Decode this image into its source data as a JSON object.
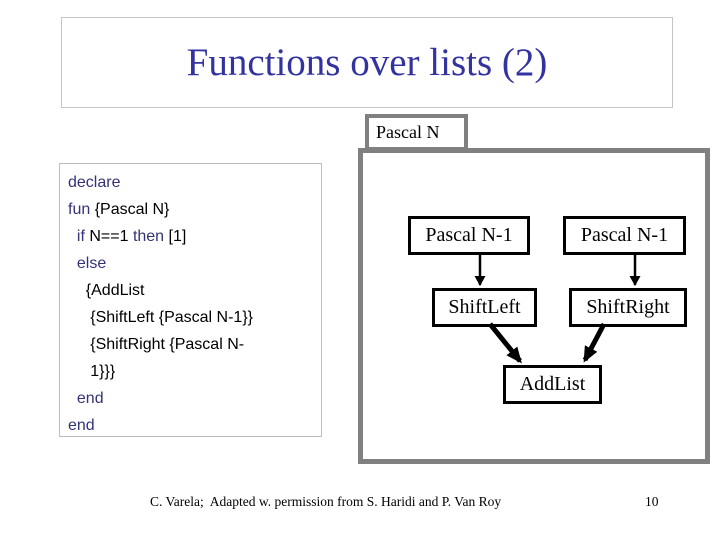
{
  "slide": {
    "title": "Functions over lists (2)",
    "footer": "C. Varela;  Adapted w. permission from S. Haridi and P. Van Roy",
    "page_number": "10"
  },
  "colors": {
    "title": "#3333a0",
    "keyword": "#333377",
    "frame_gray": "#808080",
    "light_border": "#c4c4c4"
  },
  "code_panel": {
    "lines": [
      [
        {
          "t": "declare",
          "k": true
        }
      ],
      [
        {
          "t": "fun ",
          "k": true
        },
        {
          "t": "{Pascal N}",
          "k": false
        }
      ],
      [
        {
          "t": "  ",
          "k": false
        },
        {
          "t": "if ",
          "k": true
        },
        {
          "t": "N==1 ",
          "k": false
        },
        {
          "t": "then ",
          "k": true
        },
        {
          "t": "[1]",
          "k": false
        }
      ],
      [
        {
          "t": "  ",
          "k": false
        },
        {
          "t": "else",
          "k": true
        }
      ],
      [
        {
          "t": "    {AddList",
          "k": false
        }
      ],
      [
        {
          "t": "     {ShiftLeft {Pascal N-1}}",
          "k": false
        }
      ],
      [
        {
          "t": "     {ShiftRight {Pascal N-",
          "k": false
        }
      ],
      [
        {
          "t": "     1}}}",
          "k": false
        }
      ],
      [
        {
          "t": "  ",
          "k": false
        },
        {
          "t": "end",
          "k": true
        }
      ],
      [
        {
          "t": "end",
          "k": true
        }
      ]
    ]
  },
  "diagram": {
    "label": "Pascal N",
    "nodes": [
      {
        "id": "pascal-left",
        "label": "Pascal N-1"
      },
      {
        "id": "pascal-right",
        "label": "Pascal N-1"
      },
      {
        "id": "shift-left",
        "label": "ShiftLeft"
      },
      {
        "id": "shift-right",
        "label": "ShiftRight"
      },
      {
        "id": "add-list",
        "label": "AddList"
      }
    ]
  }
}
